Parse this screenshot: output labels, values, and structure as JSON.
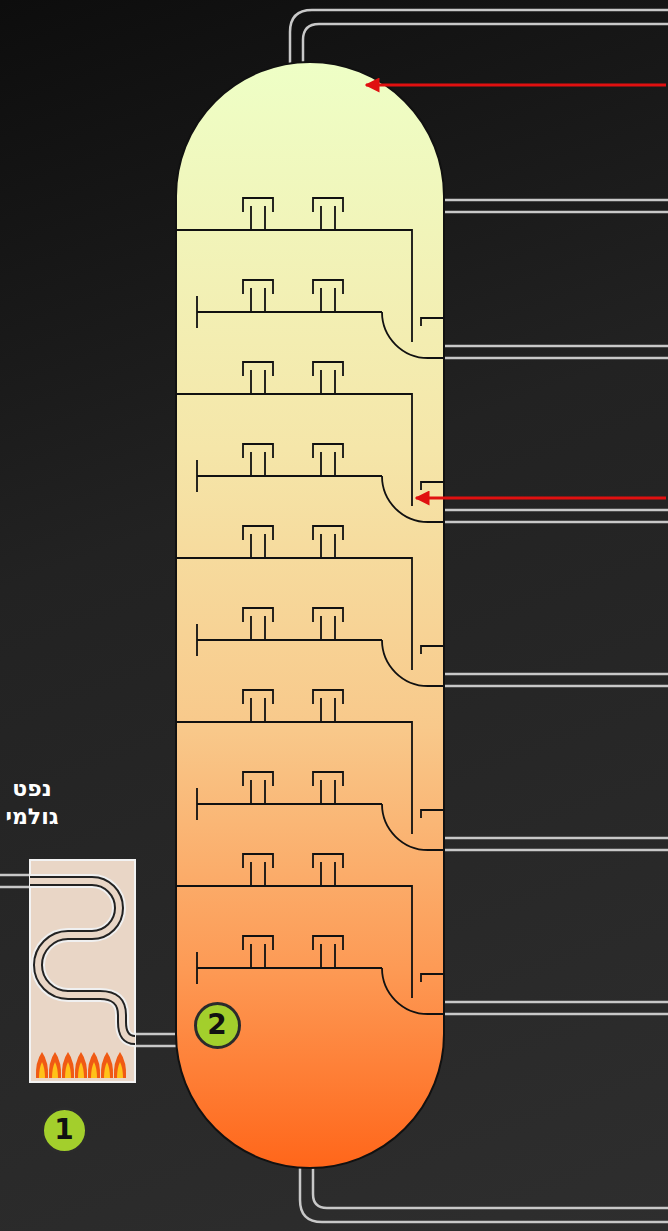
{
  "diagram": {
    "nodes": [
      {
        "text": [
          "נפט גולמי"
        ]
      },
      {
        "text": [
          "1"
        ]
      },
      {
        "text": [
          "2"
        ]
      }
    ]
  }
}
